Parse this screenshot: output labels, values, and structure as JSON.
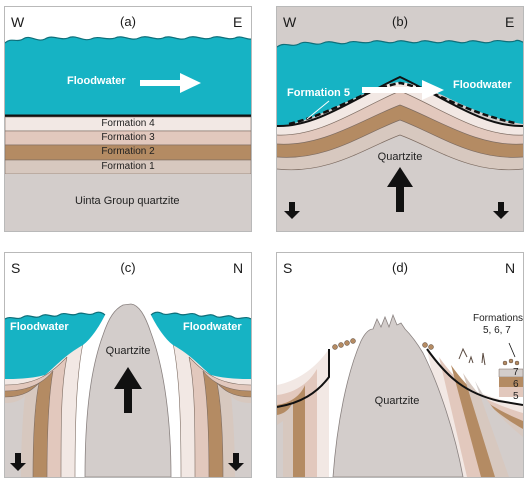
{
  "panels": {
    "a": {
      "label": "(a)",
      "left_dir": "W",
      "right_dir": "E",
      "water_label": "Floodwater",
      "layers": [
        "Formation 4",
        "Formation 3",
        "Formation 2",
        "Formation 1"
      ],
      "basement_label": "Uinta Group quartzite"
    },
    "b": {
      "label": "(b)",
      "left_dir": "W",
      "right_dir": "E",
      "water_label": "Floodwater",
      "formation_label": "Formation 5",
      "core_label": "Quartzite"
    },
    "c": {
      "label": "(c)",
      "left_dir": "S",
      "right_dir": "N",
      "water_left_label": "Floodwater",
      "water_right_label": "Floodwater",
      "core_label": "Quartzite"
    },
    "d": {
      "label": "(d)",
      "left_dir": "S",
      "right_dir": "N",
      "core_label": "Quartzite",
      "formations_label_line1": "Formations",
      "formations_label_line2": "5, 6, 7",
      "formation_numbers": [
        "7",
        "6",
        "5"
      ]
    }
  },
  "colors": {
    "water": "#16b3c4",
    "formation_4": "#f2e8e4",
    "formation_3": "#e2c8bd",
    "formation_2": "#b48b63",
    "formation_1": "#d7c8bf",
    "quartzite": "#d3cdcb",
    "arrow_fill": "#ffffff",
    "uplift_arrow": "#111111"
  }
}
